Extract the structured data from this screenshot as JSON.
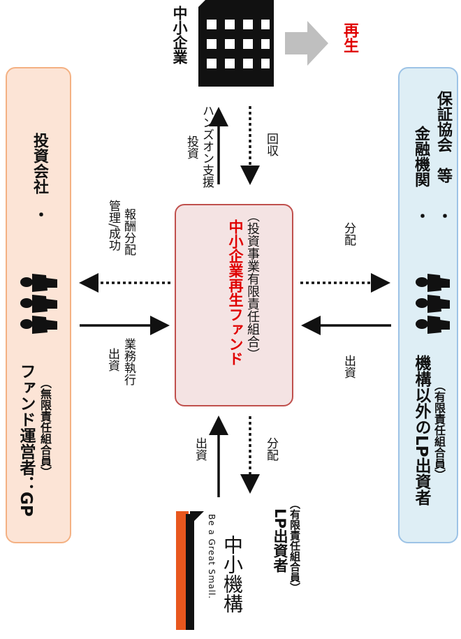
{
  "gp": {
    "title": "ファンド運営者：GP",
    "subtitle": "（無限責任組合員）",
    "bullet": "・",
    "member": "投資会社"
  },
  "lp_other": {
    "title": "機構以外のLP出資者",
    "subtitle": "（有限責任組合員）",
    "bullets": [
      "・",
      "・"
    ],
    "members": [
      "金融機関",
      "保証協会　等"
    ]
  },
  "fund": {
    "title": "中小企業再生ファンド",
    "subtitle": "（投資事業有限責任組合）"
  },
  "sme": {
    "label": "中小企業",
    "result": "再生"
  },
  "lp_smrj": {
    "title": "LP出資者",
    "subtitle": "（有限責任組合員）",
    "logo_slogan": "Be a Great Small.",
    "logo_name": "中小機構"
  },
  "flows": {
    "gp_to_fund": [
      "出資",
      "業務執行"
    ],
    "fund_to_gp": [
      "管理/成功",
      "報酬分配"
    ],
    "lp_to_fund": "出資",
    "fund_to_lp": "分配",
    "fund_to_sme": [
      "投資",
      "ハンズオン支援"
    ],
    "sme_to_fund": "回収",
    "smrj_to_fund": "出資",
    "fund_to_smrj": "分配"
  },
  "colors": {
    "gp_fill": "#fce4d6",
    "lp_fill": "#deeef5",
    "fund_fill": "#f4e3e3",
    "accent_red": "#e00000",
    "logo_orange": "#e8571e"
  }
}
